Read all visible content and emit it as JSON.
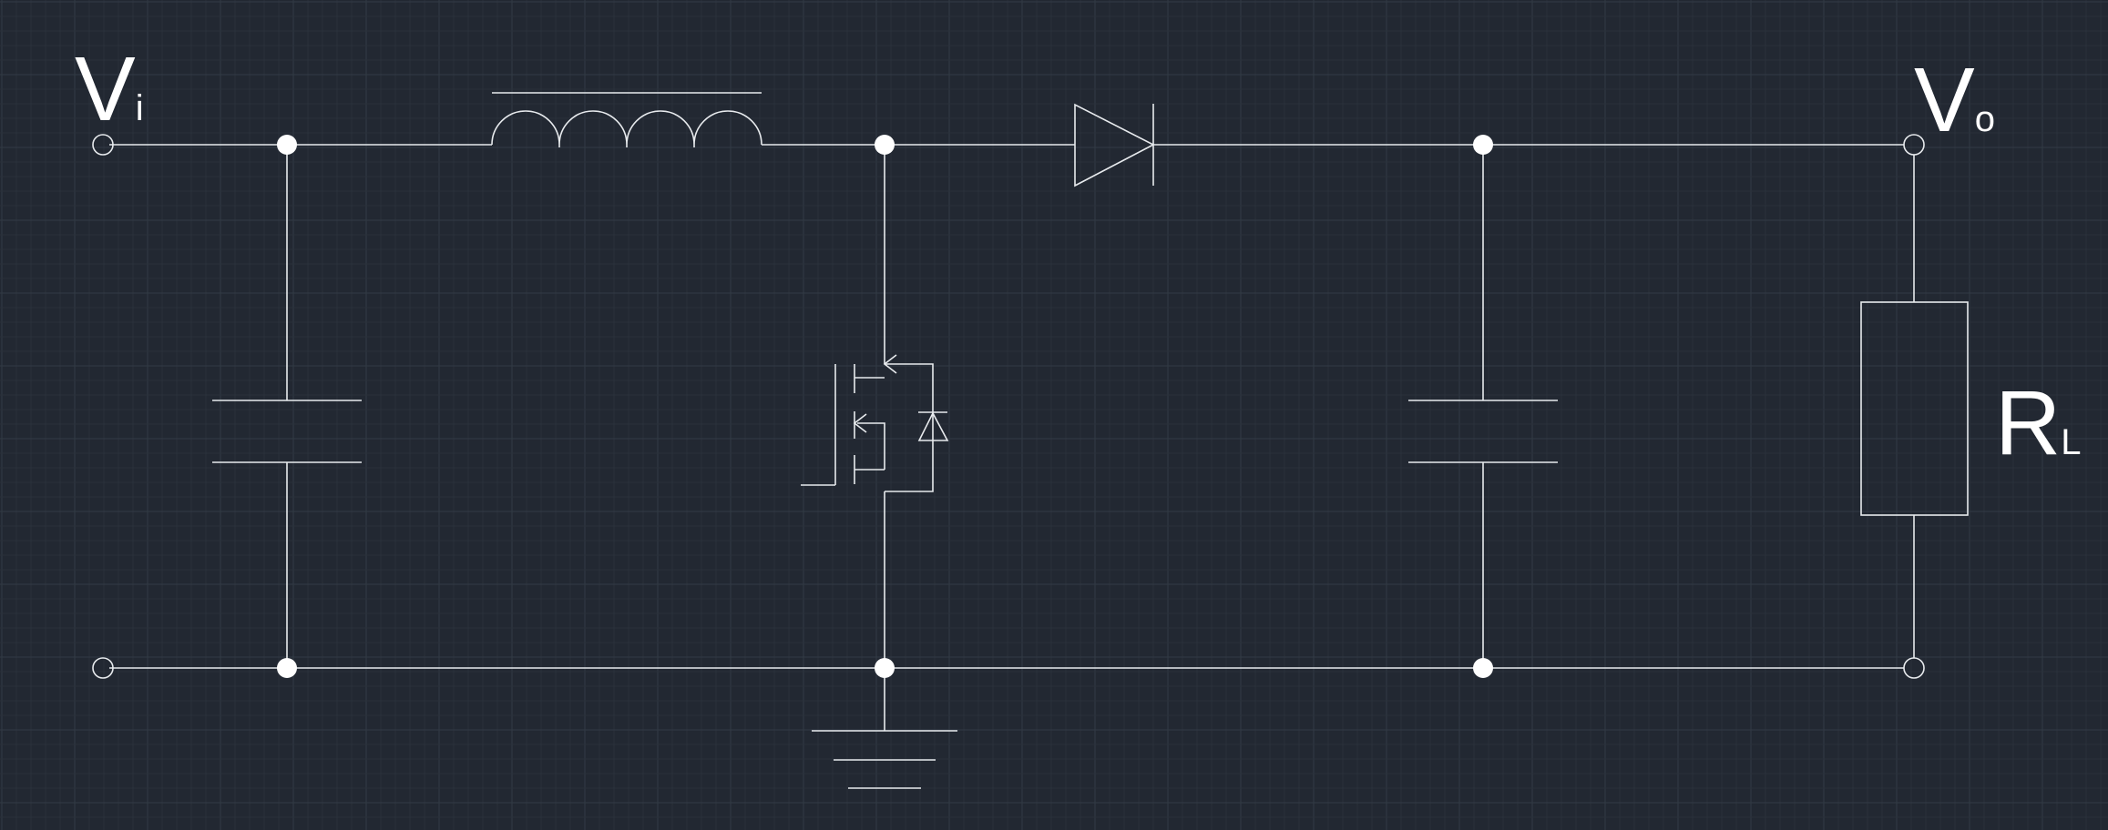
{
  "diagram": {
    "type": "boost-converter-schematic",
    "colors": {
      "background": "#222832",
      "wire": "#e8ebee",
      "grid_minor": "#2a313b",
      "grid_major": "#323a45"
    },
    "labels": {
      "input_voltage": {
        "main": "V",
        "sub": "i"
      },
      "output_voltage": {
        "main": "V",
        "sub": "o"
      },
      "load_resistor": {
        "main": "R",
        "sub": "L"
      }
    }
  }
}
